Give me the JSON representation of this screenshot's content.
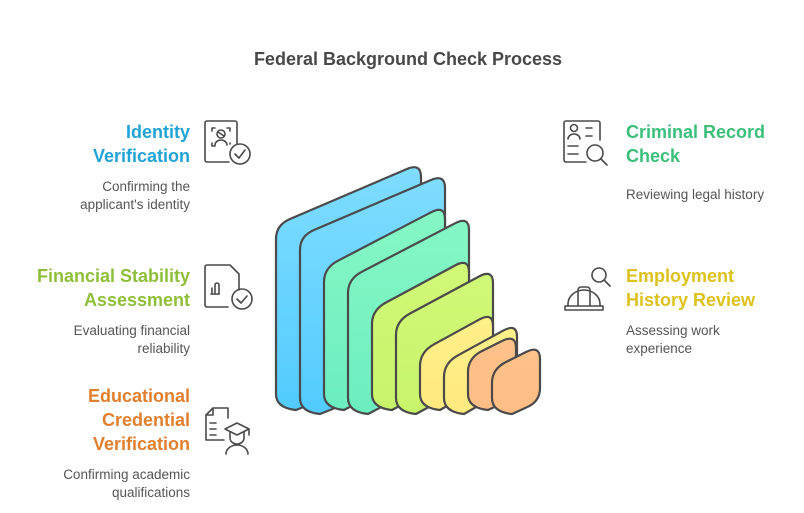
{
  "title": "Federal Background Check Process",
  "steps": [
    {
      "id": "identity",
      "heading_lines": [
        "Identity",
        "Verification"
      ],
      "description_lines": [
        "Confirming the",
        "applicant's identity"
      ],
      "color": "#22a3d6",
      "icon": "face-scan-check-icon",
      "side": "left"
    },
    {
      "id": "financial",
      "heading_lines": [
        "Financial Stability",
        "Assessment"
      ],
      "description_lines": [
        "Evaluating financial",
        "reliability"
      ],
      "color": "#8fbf3a",
      "icon": "document-chart-check-icon",
      "side": "left"
    },
    {
      "id": "education",
      "heading_lines": [
        "Educational",
        "Credential",
        "Verification"
      ],
      "description_lines": [
        "Confirming academic",
        "qualifications"
      ],
      "color": "#e07f2e",
      "icon": "document-graduate-icon",
      "side": "left"
    },
    {
      "id": "criminal",
      "heading_lines": [
        "Criminal Record",
        "Check"
      ],
      "description_lines": [
        "Reviewing legal history"
      ],
      "color": "#3cbf7a",
      "icon": "id-card-search-icon",
      "side": "right"
    },
    {
      "id": "employment",
      "heading_lines": [
        "Employment",
        "History Review"
      ],
      "description_lines": [
        "Assessing work",
        "experience"
      ],
      "color": "#dcc21c",
      "icon": "hard-hat-search-icon",
      "side": "right"
    }
  ],
  "stack_layers": [
    {
      "name": "blue-layer",
      "fill_top": "#7fdcff",
      "fill_bottom": "#52cbff"
    },
    {
      "name": "green-layer",
      "fill_top": "#86f7c4",
      "fill_bottom": "#6ceec0"
    },
    {
      "name": "lime-layer",
      "fill_top": "#d1f878",
      "fill_bottom": "#c8f46a"
    },
    {
      "name": "yellow-layer",
      "fill_top": "#fff08a",
      "fill_bottom": "#ffe97e"
    },
    {
      "name": "orange-layer",
      "fill_top": "#ffc28a",
      "fill_bottom": "#ffbd84"
    }
  ]
}
